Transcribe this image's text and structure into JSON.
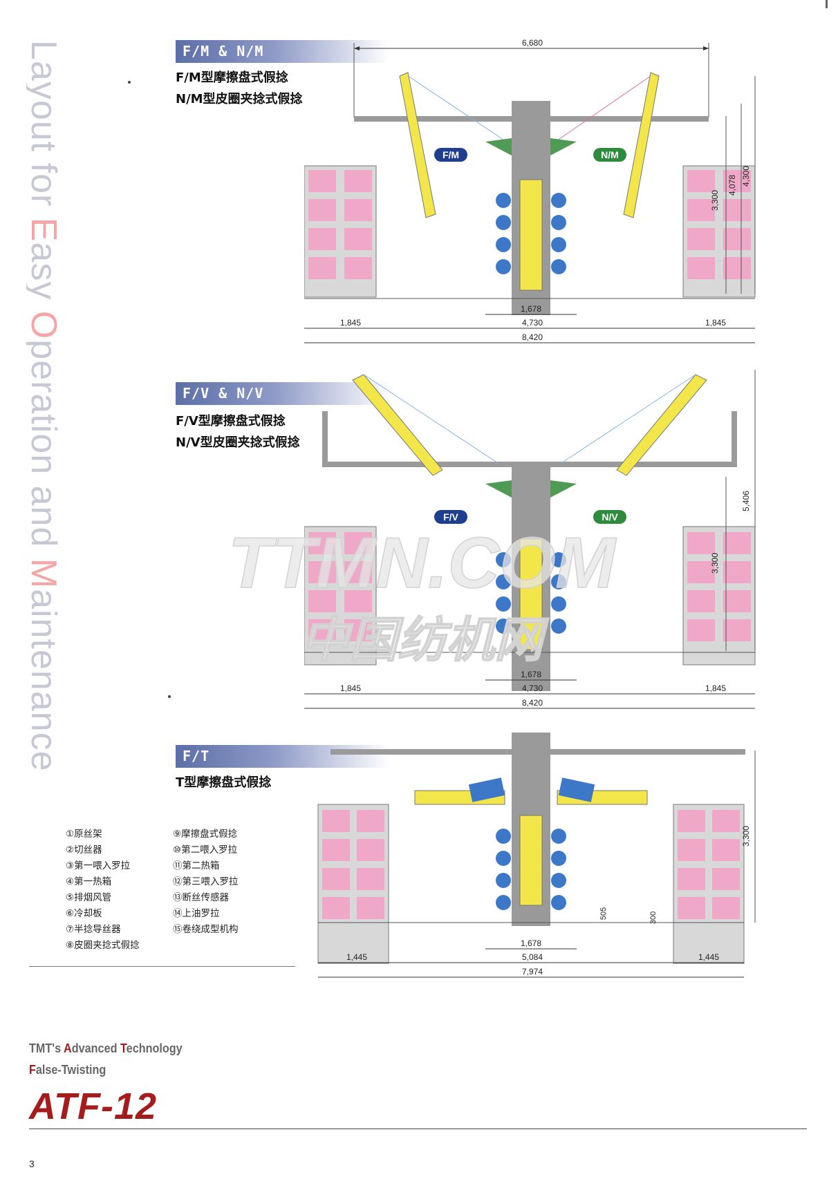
{
  "vertical_title": {
    "parts": [
      {
        "text": "Layout for ",
        "color": "#c7c8d6"
      },
      {
        "text": "E",
        "color": "#f2a6a6"
      },
      {
        "text": "asy ",
        "color": "#c7c8d6"
      },
      {
        "text": "O",
        "color": "#f2a6a6"
      },
      {
        "text": "peration and ",
        "color": "#c7c8d6"
      },
      {
        "text": "M",
        "color": "#f2a6a6"
      },
      {
        "text": "aintenance",
        "color": "#c7c8d6"
      }
    ]
  },
  "sections": [
    {
      "header": "F/M & N/M",
      "subtitles": [
        "F/M型摩擦盘式假捻",
        "N/M型皮圈夹捻式假捻"
      ],
      "badges": {
        "left": "F/M",
        "right": "N/M"
      },
      "dims": {
        "top": "6,680",
        "h1": "3,300",
        "h2": "4,078",
        "h3": "4,300",
        "center": "1,678",
        "left": "1,845",
        "mid": "4,730",
        "right": "1,845",
        "total": "8,420"
      }
    },
    {
      "header": "F/V & N/V",
      "subtitles": [
        "F/V型摩擦盘式假捻",
        "N/V型皮圈夹捻式假捻"
      ],
      "badges": {
        "left": "F/V",
        "right": "N/V"
      },
      "dims": {
        "h1": "3,300",
        "h2": "5,406",
        "center": "1,678",
        "left": "1,845",
        "mid": "4,730",
        "right": "1,845",
        "total": "8,420"
      }
    },
    {
      "header": "F/T",
      "subtitles": [
        "T型摩擦盘式假捻"
      ],
      "dims": {
        "h1": "3,300",
        "h_small1": "505",
        "h_small2": "300",
        "center": "1,678",
        "left": "1,445",
        "mid": "5,084",
        "right": "1,445",
        "total": "7,974"
      }
    }
  ],
  "legend_left": [
    "①原丝架",
    "②切丝器",
    "③第一喂入罗拉",
    "④第一热箱",
    "⑤排烟风管",
    "⑥冷却板",
    "⑦半捻导丝器",
    "⑧皮圈夹捻式假捻"
  ],
  "legend_right": [
    "⑨摩擦盘式假捻",
    "⑩第二喂入罗拉",
    "⑪第二热箱",
    "⑫第三喂入罗拉",
    "⑬断丝传感器",
    "⑭上油罗拉",
    "⑮卷绕成型机构"
  ],
  "tagline": {
    "line1": [
      {
        "t": "TMT's ",
        "c": false
      },
      {
        "t": "A",
        "c": true
      },
      {
        "t": "dvanced ",
        "c": false
      },
      {
        "t": "T",
        "c": true
      },
      {
        "t": "echnology",
        "c": false
      }
    ],
    "line2": [
      {
        "t": "F",
        "c": true
      },
      {
        "t": "alse-Twisting",
        "c": false
      }
    ]
  },
  "model": "ATF-12",
  "page_number": "3",
  "watermark": {
    "line1": "TTMN.COM",
    "line2": "中国纺机网"
  },
  "colors": {
    "header_blue": "#5c6fa8",
    "badge_blue": "#1f3f8e",
    "badge_green": "#2e8a3d",
    "frame_gray": "#888888",
    "yellow": "#f3e64b",
    "pink": "#f0a8c8",
    "machine_blue": "#3d78c8",
    "red_accent": "#a51c1c"
  }
}
